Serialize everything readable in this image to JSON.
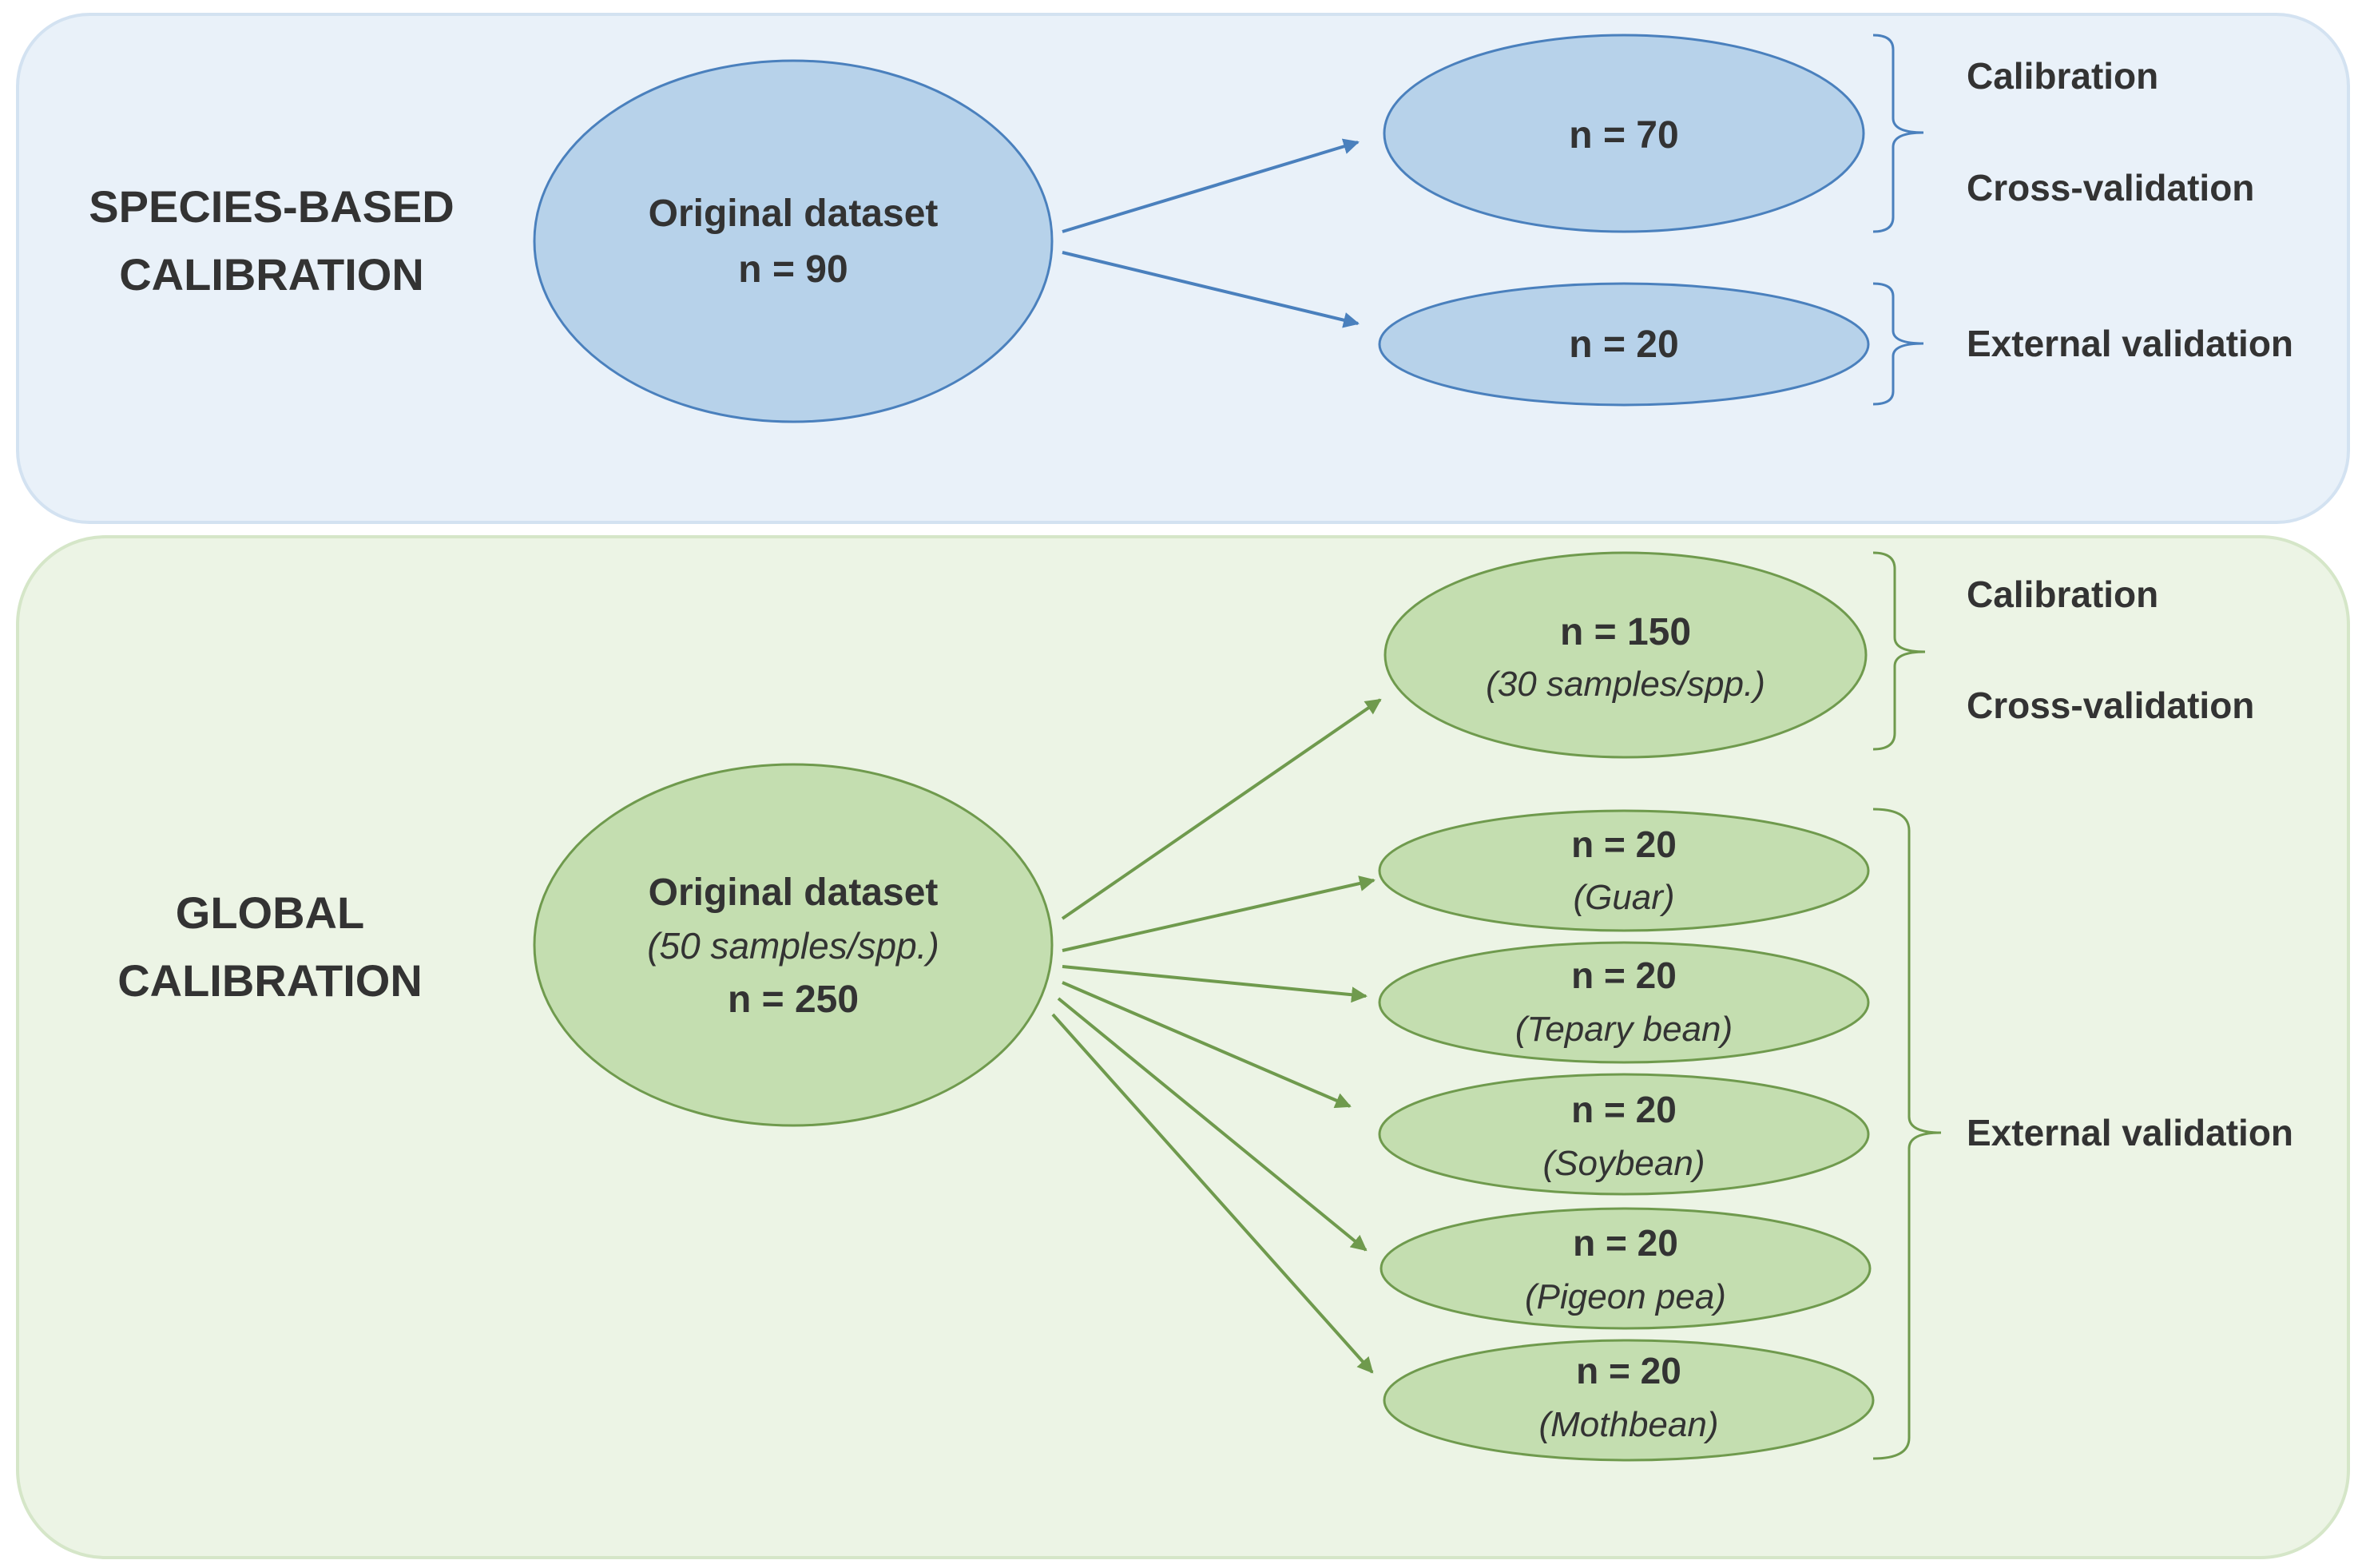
{
  "species_panel": {
    "title_line1": "SPECIES-BASED",
    "title_line2": "CALIBRATION",
    "source": {
      "label": "Original dataset",
      "n": "n = 90"
    },
    "targets": [
      {
        "n": "n = 70"
      },
      {
        "n": "n = 20"
      }
    ],
    "outcome_labels": {
      "calibration": "Calibration",
      "cross_validation": "Cross-validation",
      "external_validation": "External validation"
    }
  },
  "global_panel": {
    "title_line1": "GLOBAL",
    "title_line2": "CALIBRATION",
    "source": {
      "label": "Original dataset",
      "sub": "(50 samples/spp.)",
      "n": "n = 250"
    },
    "targets": [
      {
        "n": "n = 150",
        "sub": "(30 samples/spp.)"
      },
      {
        "n": "n = 20",
        "sub": "(Guar)"
      },
      {
        "n": "n = 20",
        "sub": "(Tepary bean)"
      },
      {
        "n": "n = 20",
        "sub": "(Soybean)"
      },
      {
        "n": "n = 20",
        "sub": "(Pigeon pea)"
      },
      {
        "n": "n = 20",
        "sub": "(Mothbean)"
      }
    ],
    "outcome_labels": {
      "calibration": "Calibration",
      "cross_validation": "Cross-validation",
      "external_validation": "External validation"
    }
  },
  "colors": {
    "blue_panel_bg": "#e9f1f9",
    "blue_panel_border": "#d3e2f1",
    "blue_ellipse_fill": "#b7d2ea",
    "blue_ellipse_stroke": "#4a80bd",
    "blue_arrow": "#4a80bd",
    "green_panel_bg": "#ecf4e5",
    "green_panel_border": "#d5e6c8",
    "green_ellipse_fill": "#c4deb0",
    "green_ellipse_stroke": "#6f9a4d",
    "green_arrow": "#6f9a4d",
    "text": "#333333"
  }
}
